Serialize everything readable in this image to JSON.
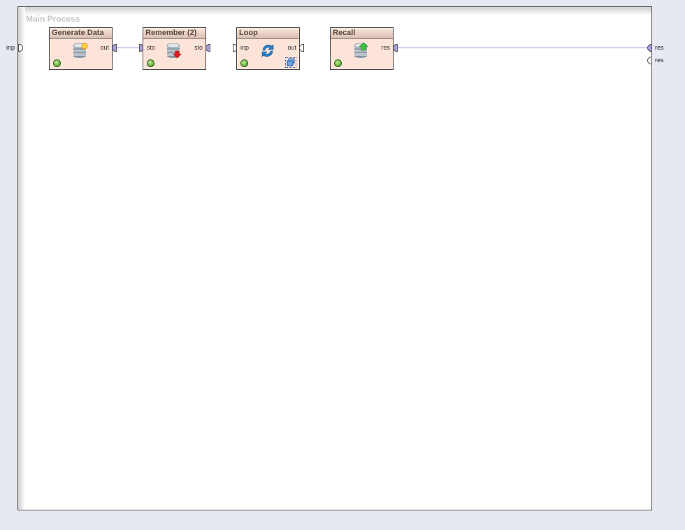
{
  "process": {
    "title": "Main Process",
    "inner_input": "inp",
    "outer_outputs": [
      "res",
      "res"
    ]
  },
  "operators": [
    {
      "name": "Generate Data",
      "inputs": [],
      "outputs": [
        "out"
      ],
      "icon": "database-gear-icon"
    },
    {
      "name": "Remember (2)",
      "inputs": [
        "sto"
      ],
      "outputs": [
        "sto"
      ],
      "icon": "database-store-icon"
    },
    {
      "name": "Loop",
      "inputs": [
        "inp"
      ],
      "outputs": [
        "out"
      ],
      "icon": "loop-icon",
      "subprocess": true
    },
    {
      "name": "Recall",
      "inputs": [],
      "outputs": [
        "res"
      ],
      "icon": "database-recall-icon"
    }
  ],
  "colors": {
    "connection": "#9a90e0",
    "operator_body": "#fde4d8",
    "background": "#e6e9f1"
  }
}
